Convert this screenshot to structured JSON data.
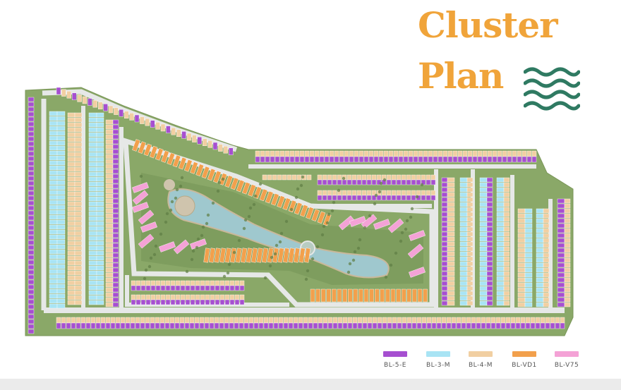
{
  "title": {
    "line1": "Cluster",
    "line2": "Plan"
  },
  "title_color": "#f0a43a",
  "wave_icon_color": "#2f7a62",
  "legend": [
    {
      "label": "BL-5-E",
      "color": "#a64fd0"
    },
    {
      "label": "BL-3-M",
      "color": "#a9e4f4"
    },
    {
      "label": "BL-4-M",
      "color": "#f1cfa2"
    },
    {
      "label": "BL-VD1",
      "color": "#f2a04c"
    },
    {
      "label": "BL-V75",
      "color": "#f4a2d6"
    }
  ],
  "map_colors": {
    "grass": "#8aa868",
    "road": "#e6e8e7",
    "water": "#9fc8ce",
    "tree": "#5f7d44"
  }
}
